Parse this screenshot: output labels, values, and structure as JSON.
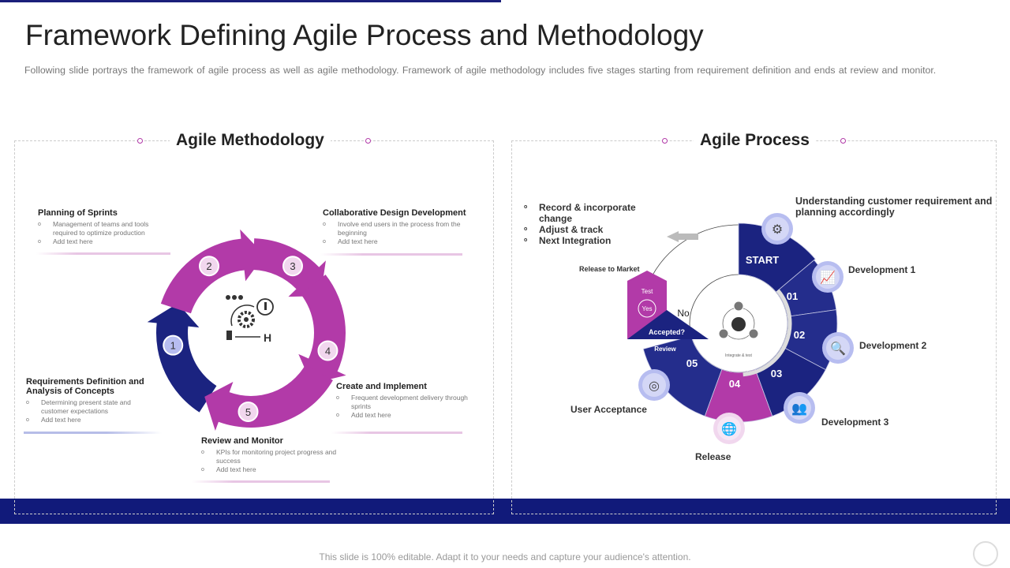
{
  "header": {
    "title": "Framework Defining Agile Process and Methodology",
    "subtitle": "Following slide portrays the framework of agile process as well as agile methodology. Framework of agile methodology includes five stages starting from requirement definition and ends at review and monitor."
  },
  "methodology": {
    "title": "Agile  Methodology",
    "stages": [
      {
        "number": "1",
        "title": "Requirements Definition and Analysis of Concepts",
        "bullets": [
          "Determining present state and customer expectations",
          "Add text here"
        ]
      },
      {
        "number": "2",
        "title": "Planning of Sprints",
        "bullets": [
          "Management of teams and tools required to optimize production",
          "Add text here"
        ]
      },
      {
        "number": "3",
        "title": "Collaborative Design Development",
        "bullets": [
          "Involve end users in the process from the beginning",
          "Add text here"
        ]
      },
      {
        "number": "4",
        "title": "Create and Implement",
        "bullets": [
          "Frequent development delivery through sprints",
          "Add text here"
        ]
      },
      {
        "number": "5",
        "title": "Review and Monitor",
        "bullets": [
          "KPIs for monitoring project progress and success",
          "Add text here"
        ]
      }
    ],
    "colors": {
      "navy": "#1b2380",
      "magenta": "#b23aa8",
      "badge": "#f1d7ee"
    }
  },
  "process": {
    "title": "Agile Process",
    "bullets": [
      "Record & incorporate change",
      "Adjust & track",
      "Next Integration"
    ],
    "start_label": "Understanding customer requirement and planning accordingly",
    "segments": [
      "START",
      "01",
      "02",
      "03",
      "04",
      "05"
    ],
    "labels": {
      "dev1": "Development 1",
      "dev2": "Development 2",
      "dev3": "Development 3",
      "release": "Release",
      "user_acceptance": "User Acceptance",
      "release_to_market": "Release to Market",
      "test": "Test",
      "yes": "Yes",
      "no": "No",
      "accepted": "Accepted?",
      "review": "Review",
      "center": "Integrate & test"
    },
    "icons": [
      "gears-icon",
      "growth-chart-icon",
      "search-icon",
      "team-icon",
      "globe-icon",
      "target-icon"
    ]
  },
  "footer": {
    "text": "This slide is 100% editable. Adapt it to your needs and capture your audience's attention."
  }
}
